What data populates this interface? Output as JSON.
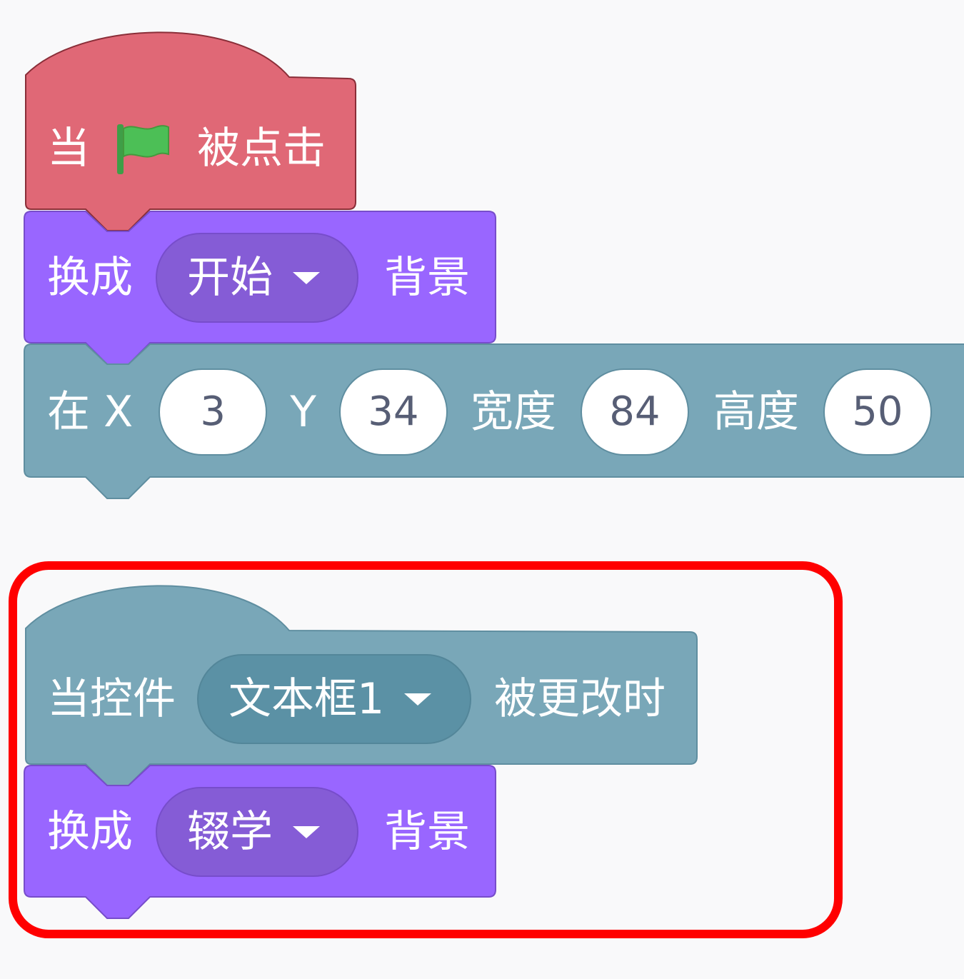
{
  "colors": {
    "event": "#e06876",
    "looks": "#9966ff",
    "looks_dark": "#855cd6",
    "widget": "#79a7b8",
    "widget_dark": "#5b91a5",
    "flag_green": "#4cbf56",
    "highlight": "#ff0000"
  },
  "script1": {
    "hat": {
      "prefix": "当",
      "icon": "green-flag-icon",
      "suffix": "被点击"
    },
    "switch": {
      "label": "换成",
      "dropdown": "开始",
      "suffix": "背景"
    },
    "position": {
      "label_in": "在 X",
      "x": "3",
      "label_y": "Y",
      "y": "34",
      "label_width": "宽度",
      "width": "84",
      "label_height": "高度",
      "height": "50"
    }
  },
  "script2": {
    "hat": {
      "prefix": "当控件",
      "dropdown": "文本框1",
      "suffix": "被更改时"
    },
    "switch": {
      "label": "换成",
      "dropdown": "辍学",
      "suffix": "背景"
    }
  }
}
